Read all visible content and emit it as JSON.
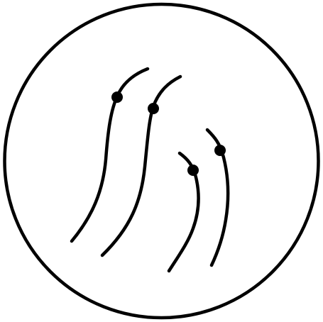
{
  "diagram": {
    "colors": {
      "stroke": "#000000",
      "background": "#ffffff"
    },
    "shapes": {
      "field": "circle",
      "strand_count": 4,
      "strand_marker": "dot"
    }
  }
}
